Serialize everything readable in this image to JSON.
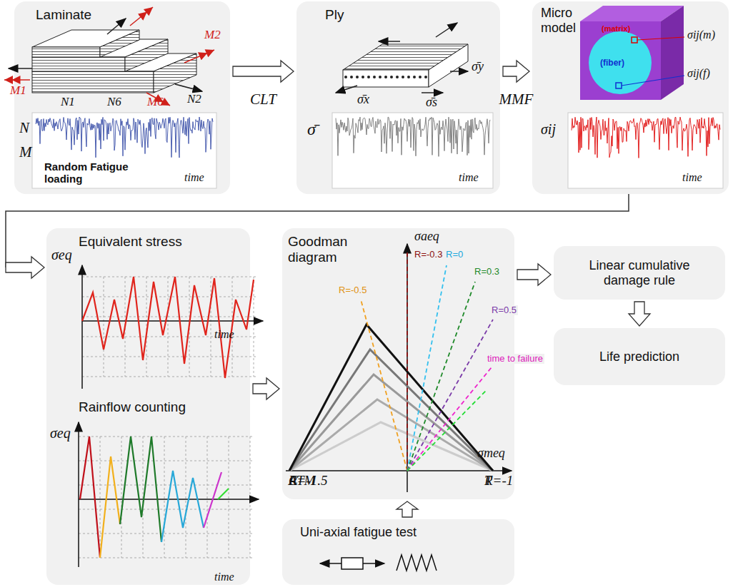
{
  "diagram": {
    "nodes": [
      {
        "text": [
          "Laminate"
        ]
      },
      {
        "text": [
          "Ply"
        ]
      },
      {
        "text": [
          "Micro model"
        ]
      },
      {
        "text": [
          "Equivalent stress",
          "Rainflow counting"
        ]
      },
      {
        "text": [
          "Goodman diagram"
        ]
      },
      {
        "text": [
          "Linear cumulative damage rule"
        ]
      },
      {
        "text": [
          "Life prediction"
        ]
      },
      {
        "text": [
          "Uni-axial fatigue test"
        ]
      }
    ],
    "edges": [
      {
        "from": 0,
        "to": 1,
        "label": "CLT",
        "arrow": "to"
      },
      {
        "from": 1,
        "to": 2,
        "label": "MMF",
        "arrow": "to"
      },
      {
        "from": 2,
        "to": 3,
        "arrow": "to"
      },
      {
        "from": 3,
        "to": 4,
        "arrow": "to"
      },
      {
        "from": 4,
        "to": 5,
        "arrow": "to"
      },
      {
        "from": 5,
        "to": 6,
        "arrow": "to"
      },
      {
        "from": 7,
        "to": 4,
        "arrow": "to"
      }
    ],
    "labels": [
      "N",
      "M",
      "time",
      "N1",
      "N6",
      "N2",
      "M1",
      "M2",
      "M6",
      "Random Fatigue loading",
      "σ̄x",
      "σ̄s",
      "σ̄y",
      "σ̄",
      "time",
      "(matrix)",
      "(fiber)",
      "σij(m)",
      "σij(f)",
      "σij",
      "time",
      "σeq",
      "time",
      "σeq",
      "time",
      "σaeq",
      "σmeq",
      "R=-1.5",
      "R=-1",
      "R=-0.5",
      "R=-0.3",
      "R=0",
      "R=0.3",
      "R=0.5",
      "time to failure",
      "C",
      "T",
      "ATM"
    ]
  }
}
